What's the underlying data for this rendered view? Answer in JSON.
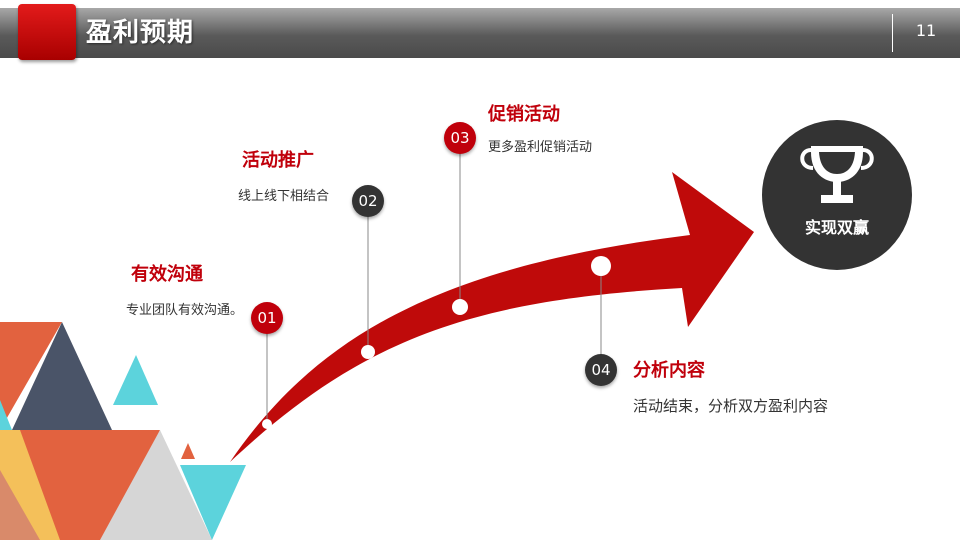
{
  "header": {
    "title": "盈利预期",
    "page_number": "11"
  },
  "steps": [
    {
      "num": "01",
      "title": "有效沟通",
      "desc": "专业团队有效沟通。"
    },
    {
      "num": "02",
      "title": "活动推广",
      "desc": "线上线下相结合"
    },
    {
      "num": "03",
      "title": "促销活动",
      "desc": "更多盈利促销活动"
    },
    {
      "num": "04",
      "title": "分析内容",
      "desc": "活动结束，分析双方盈利内容"
    }
  ],
  "goal": {
    "label": "实现双赢",
    "icon": "trophy-icon"
  },
  "colors": {
    "accent_red": "#c0000b",
    "dark": "#333333",
    "header_gray": "#5a5a5a",
    "triangle_orange": "#e2623f",
    "triangle_slate": "#4a5468",
    "triangle_cyan": "#5cd3dc",
    "triangle_yellow": "#f4c05a",
    "triangle_gray": "#d6d6d6"
  }
}
